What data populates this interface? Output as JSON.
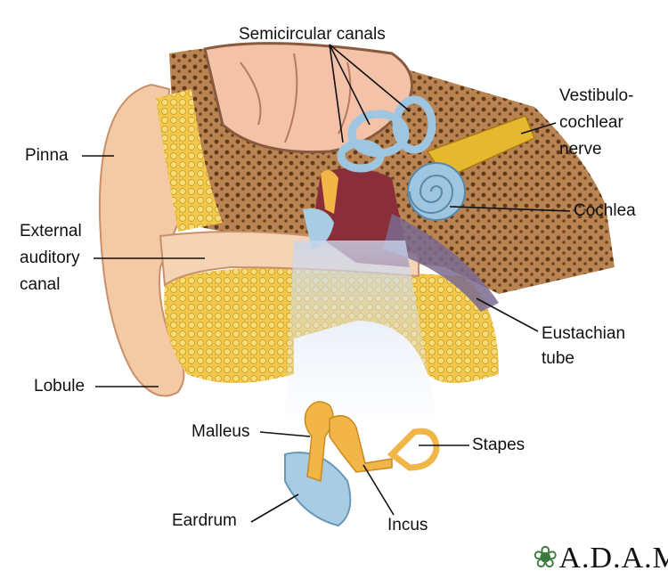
{
  "title": "Ear anatomy",
  "labels": {
    "semicircular_canals": "Semicircular canals",
    "vestibulocochlear_1": "Vestibulo-",
    "vestibulocochlear_2": "cochlear",
    "vestibulocochlear_3": "nerve",
    "pinna": "Pinna",
    "cochlea": "Cochlea",
    "external_1": "External",
    "external_2": "auditory",
    "external_3": "canal",
    "eustachian_1": "Eustachian",
    "eustachian_2": "tube",
    "lobule": "Lobule",
    "malleus": "Malleus",
    "stapes": "Stapes",
    "eardrum": "Eardrum",
    "incus": "Incus"
  },
  "logo": "A.D.A.M.",
  "colors": {
    "skin": "#f3c9a6",
    "bone": "#b98452",
    "fat": "#f2c94c",
    "cochlea": "#9ec6e0",
    "ossicle": "#f1b647",
    "nerve": "#e6b830",
    "canal": "#c94a4a"
  }
}
